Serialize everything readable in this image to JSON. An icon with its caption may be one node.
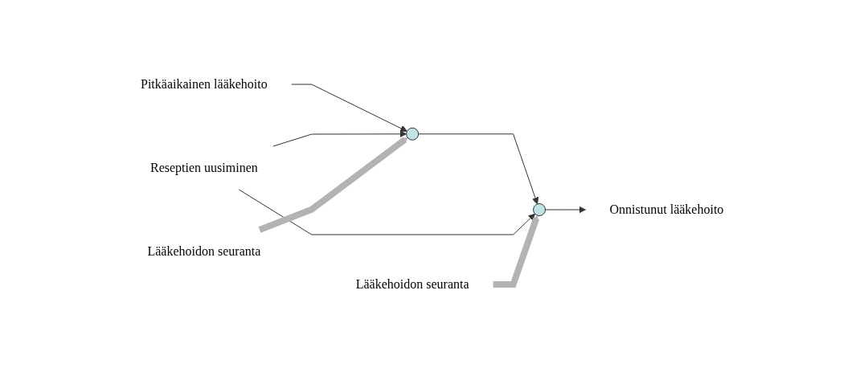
{
  "diagram": {
    "nodes": [
      {
        "text": [
          "Pitkäaikainen lääkehoito"
        ]
      },
      {
        "text": [
          "Reseptien uusiminen"
        ]
      },
      {
        "text": [],
        "shape": "circle"
      },
      {
        "text": [],
        "shape": "circle"
      },
      {
        "text": [
          "Onnistunut lääkehoito"
        ]
      },
      {
        "text": [
          "Lääkehoidon seuranta"
        ]
      },
      {
        "text": [
          "Lääkehoidon seuranta"
        ]
      }
    ],
    "edges": [
      {
        "from": 0,
        "to": 2,
        "arrow": "to"
      },
      {
        "from": 2,
        "to": 3,
        "arrow": "to"
      },
      {
        "from": 3,
        "to": 4,
        "arrow": "to"
      },
      {
        "from": 1,
        "to": 2,
        "arrow": "to"
      },
      {
        "from": 1,
        "to": 3,
        "arrow": "to"
      },
      {
        "from": 5,
        "to": 2,
        "arrow": "to",
        "style": "thick",
        "color": "#b3b3b3"
      },
      {
        "from": 6,
        "to": 3,
        "arrow": "to",
        "style": "thick",
        "color": "#b3b3b3"
      }
    ]
  }
}
